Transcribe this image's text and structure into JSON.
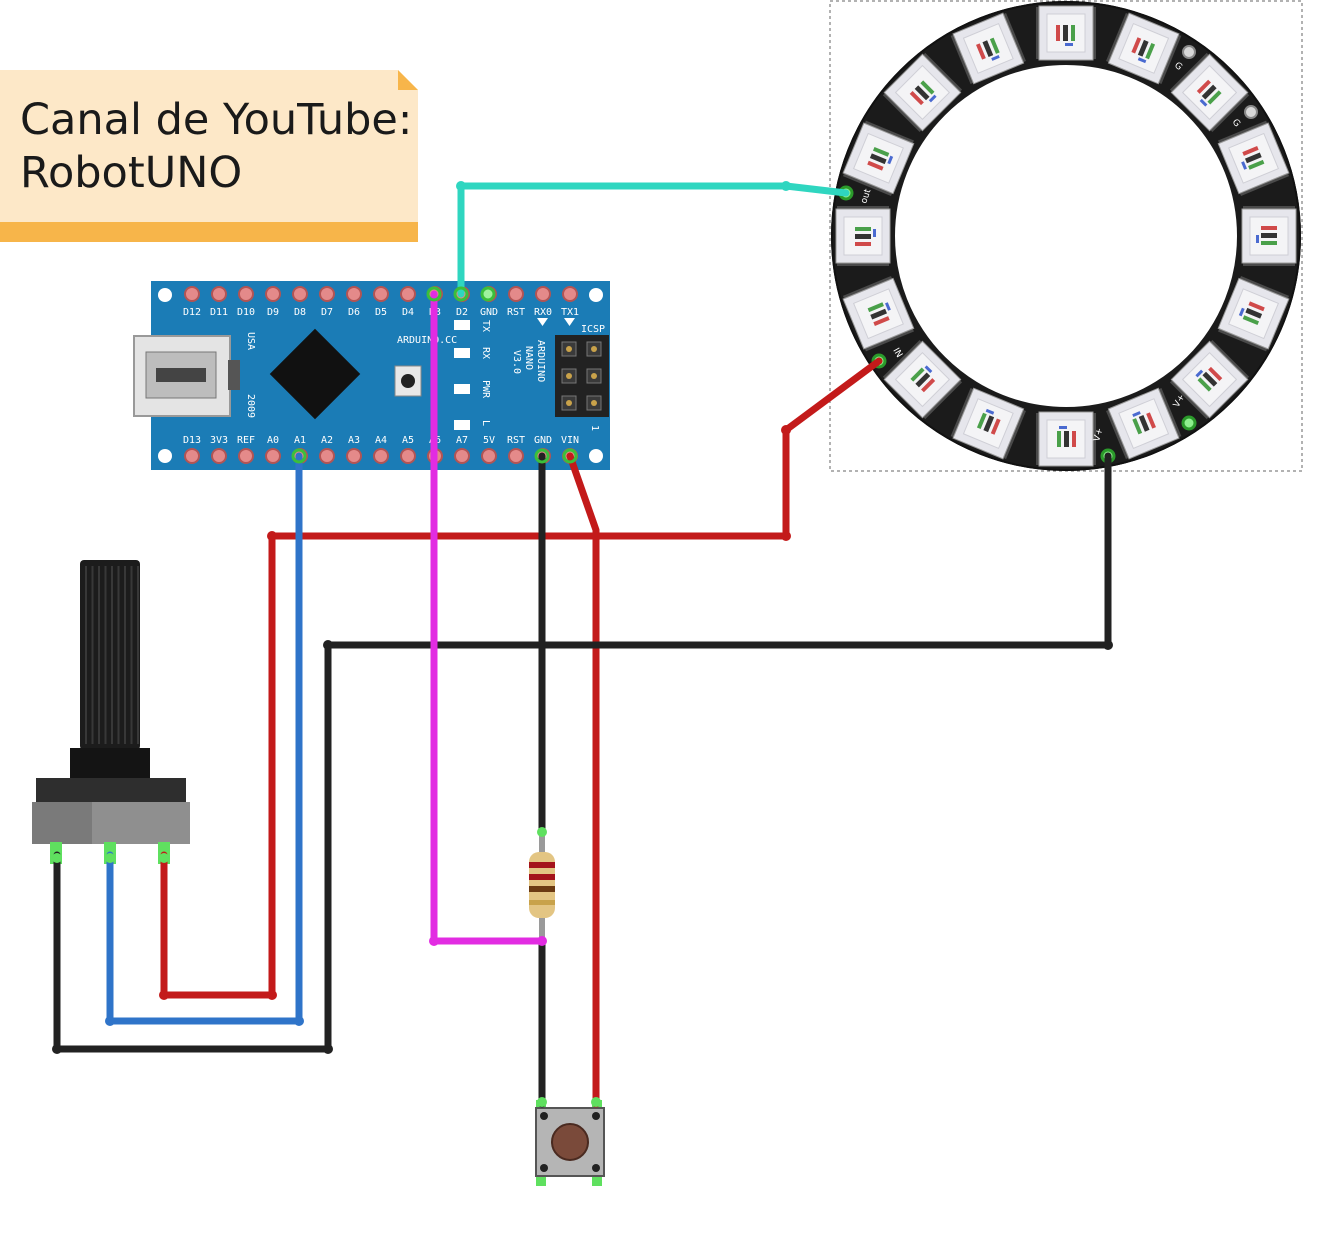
{
  "note": {
    "line1": "Canal de YouTube:",
    "line2": "RobotUNO"
  },
  "arduino": {
    "top_pins": [
      "D12",
      "D11",
      "D10",
      "D9",
      "D8",
      "D7",
      "D6",
      "D5",
      "D4",
      "D3",
      "D2",
      "GND",
      "RST",
      "RX0",
      "TX1"
    ],
    "bottom_pins": [
      "D13",
      "3V3",
      "REF",
      "A0",
      "A1",
      "A2",
      "A3",
      "A4",
      "A5",
      "A6",
      "A7",
      "5V",
      "RST",
      "GND",
      "VIN"
    ],
    "usb_label": "USA",
    "year_label": "2009",
    "site_label": "ARDUINO.CC",
    "model_line1": "ARDUINO",
    "model_line2": "NANO",
    "model_line3": "V3.0",
    "icsp_label": "ICSP",
    "led_labels": [
      "TX",
      "RX",
      "PWR",
      "L"
    ],
    "corner_label": "1"
  },
  "ring": {
    "out_label": "out",
    "in_label": "IN",
    "gnd_label": "G",
    "vplus_label": "V+",
    "led_count": 16
  },
  "colors": {
    "board": "#1b7cb6",
    "wire_red": "#c31a1a",
    "wire_black": "#222222",
    "wire_blue": "#2f74c9",
    "wire_magenta": "#e22ce2",
    "wire_cyan": "#2fd6c0",
    "note_bg": "#fde8c8",
    "note_band": "#f7b54a"
  }
}
